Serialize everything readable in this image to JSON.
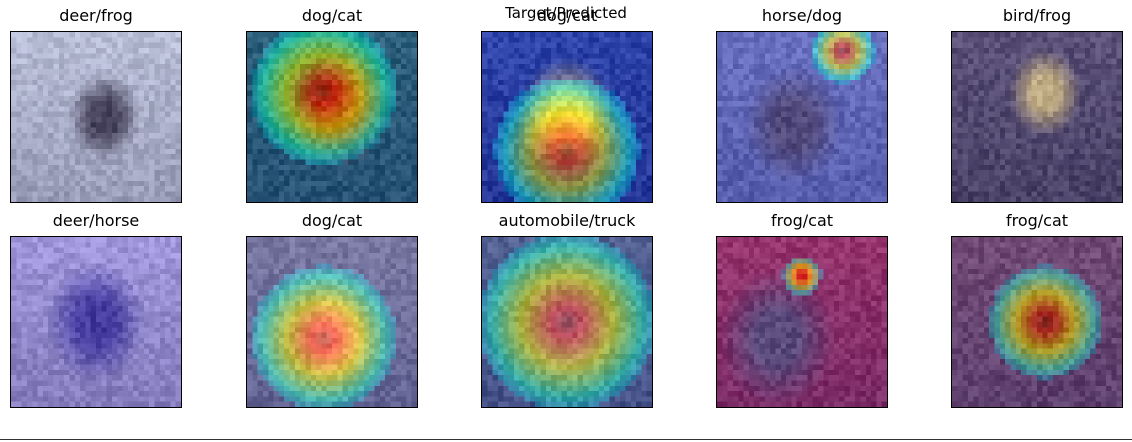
{
  "figure": {
    "suptitle": "Target/Predicted",
    "panels": [
      {
        "label": "deer/frog",
        "image": "snowy-fence-deer-photo"
      },
      {
        "label": "dog/cat",
        "image": "dog-on-couch-heatmap"
      },
      {
        "label": "dog/cat",
        "image": "dog-face-heatmap"
      },
      {
        "label": "horse/dog",
        "image": "dog-sitting-photo"
      },
      {
        "label": "bird/frog",
        "image": "bird-on-branch-photo"
      },
      {
        "label": "deer/horse",
        "image": "purple-moose-photo"
      },
      {
        "label": "dog/cat",
        "image": "dog-blanket-heatmap"
      },
      {
        "label": "automobile/truck",
        "image": "car-front-heatmap"
      },
      {
        "label": "frog/cat",
        "image": "red-frog-heatmap"
      },
      {
        "label": "frog/cat",
        "image": "frog-closeup-heatmap"
      }
    ]
  }
}
